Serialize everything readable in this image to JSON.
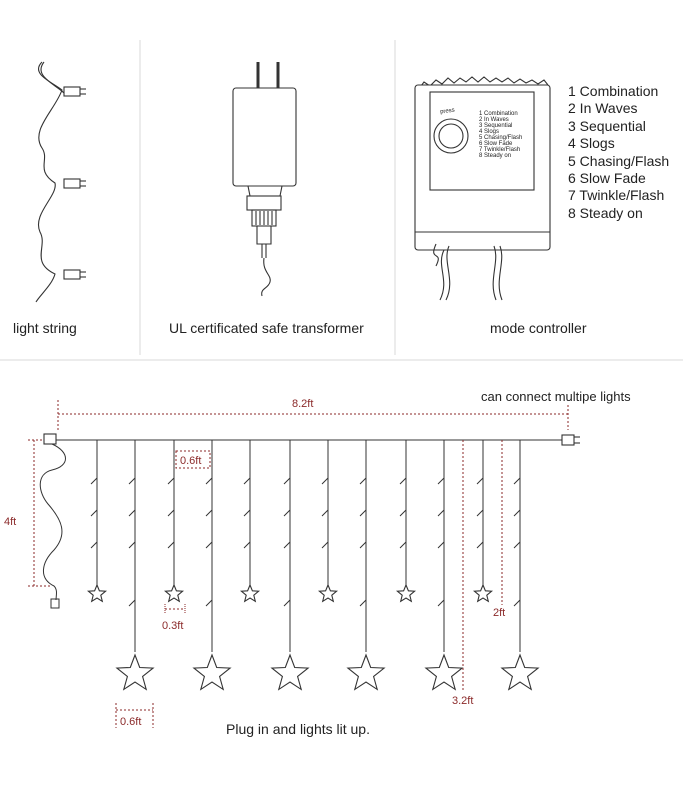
{
  "top_panel": {
    "light_string": {
      "label": "light string"
    },
    "transformer": {
      "label": "UL certificated safe transformer"
    },
    "controller": {
      "label": "mode controller",
      "button_text": "press",
      "box_modes": [
        "1 Combination",
        "2 In Waves",
        "3 Sequential",
        "4 Slogs",
        "5 Chasing/Flash",
        "6 Slow Fade",
        "7 Twinkle/Flash",
        "8 Steady on"
      ],
      "side_modes": [
        "1 Combination",
        "2 In Waves",
        "3 Sequential",
        "4 Slogs",
        "5 Chasing/Flash",
        "6 Slow Fade",
        "7 Twinkle/Flash",
        "8 Steady on"
      ]
    }
  },
  "bottom_panel": {
    "connect_note": "can connect multipe lights",
    "caption": "Plug in and lights lit up.",
    "dimensions": {
      "total_width": "8.2ft",
      "lead_height": "4ft",
      "strand_gap": "0.6ft",
      "small_star_width": "0.3ft",
      "large_star_width": "0.6ft",
      "short_strand": "2ft",
      "long_strand": "3.2ft"
    }
  },
  "colors": {
    "line": "#333333",
    "dimension": "#8b2a2a"
  }
}
